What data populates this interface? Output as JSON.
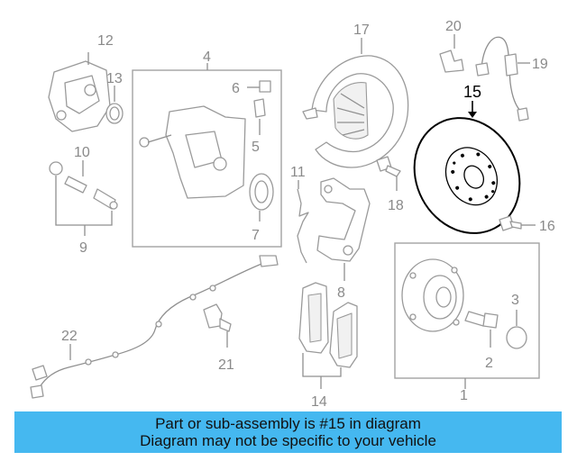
{
  "callouts": {
    "c1": "1",
    "c2": "2",
    "c3": "3",
    "c4": "4",
    "c5": "5",
    "c6": "6",
    "c7": "7",
    "c8": "8",
    "c9": "9",
    "c10": "10",
    "c11": "11",
    "c12": "12",
    "c13": "13",
    "c14": "14",
    "c15": "15",
    "c16": "16",
    "c17": "17",
    "c18": "18",
    "c19": "19",
    "c20": "20",
    "c21": "21",
    "c22": "22"
  },
  "banner": {
    "line1": "Part or sub-assembly is #15 in diagram",
    "line2": "Diagram may not be specific to your vehicle"
  },
  "colors": {
    "banner_bg": "#45b8f0",
    "highlight": "#000000",
    "line_art": "#9a9a9a"
  }
}
